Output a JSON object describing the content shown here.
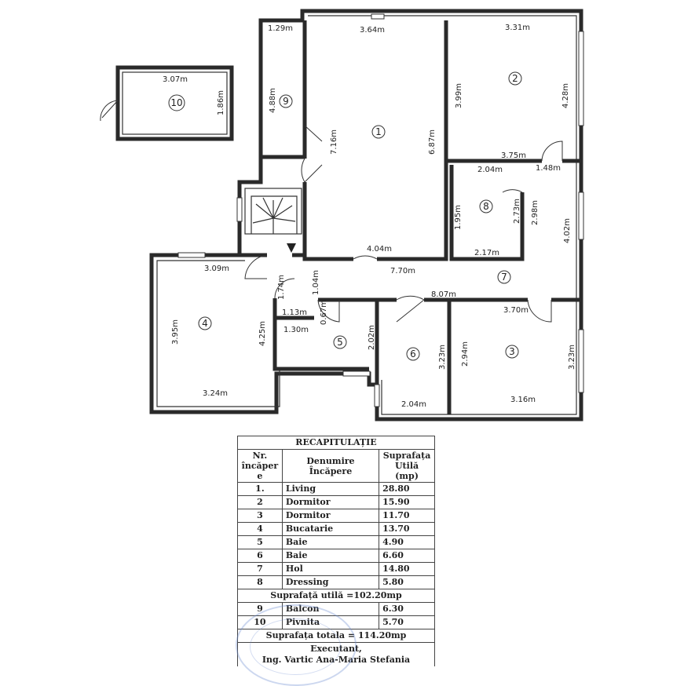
{
  "plan": {
    "dims": {
      "d129": "1.29m",
      "d364": "3.64m",
      "d331": "3.31m",
      "d307": "3.07m",
      "d186": "1.86m",
      "d488": "4.88m",
      "d716": "7.16m",
      "d399": "3.99m",
      "d428": "4.28m",
      "d687": "6.87m",
      "d375": "3.75m",
      "d204a": "2.04m",
      "d148": "1.48m",
      "d195": "1.95m",
      "d273": "2.73m",
      "d298": "2.98m",
      "d402": "4.02m",
      "d217": "2.17m",
      "d404": "4.04m",
      "d309": "3.09m",
      "d770": "7.70m",
      "d174": "1.74m",
      "d104": "1.04m",
      "d807": "8.07m",
      "d113": "1.13m",
      "d067": "0.67m",
      "d370": "3.70m",
      "d130": "1.30m",
      "d395": "3.95m",
      "d425": "4.25m",
      "d202": "2.02m",
      "d323a": "3.23m",
      "d294": "2.94m",
      "d323b": "3.23m",
      "d324": "3.24m",
      "d204b": "2.04m",
      "d316": "3.16m"
    },
    "rooms": {
      "r1": "1",
      "r2": "2",
      "r3": "3",
      "r4": "4",
      "r5": "5",
      "r6": "6",
      "r7": "7",
      "r8": "8",
      "r9": "9",
      "r10": "10"
    }
  },
  "recap": {
    "title": "RECAPITULAȚIE",
    "col1": "Nr. încăper e",
    "col2": "Denumire Încăpere",
    "col3": "Suprafața Utilă (mp)",
    "rows": [
      {
        "nr": "1.",
        "name": "Living",
        "area": "28.80"
      },
      {
        "nr": "2",
        "name": "Dormitor",
        "area": "15.90"
      },
      {
        "nr": "3",
        "name": "Dormitor",
        "area": "11.70"
      },
      {
        "nr": "4",
        "name": "Bucatarie",
        "area": "13.70"
      },
      {
        "nr": "5",
        "name": "Baie",
        "area": "4.90"
      },
      {
        "nr": "6",
        "name": "Baie",
        "area": "6.60"
      },
      {
        "nr": "7",
        "name": "Hol",
        "area": "14.80"
      },
      {
        "nr": "8",
        "name": "Dressing",
        "area": "5.80"
      }
    ],
    "util": "Suprafață utilă =102.20mp",
    "extra": [
      {
        "nr": "9",
        "name": "Balcon",
        "area": "6.30"
      },
      {
        "nr": "10",
        "name": "Pivnita",
        "area": "5.70"
      }
    ],
    "total": "Suprafața totala = 114.20mp",
    "exec1": "Executant,",
    "exec2": "Ing. Vartic Ana-Maria Stefania"
  }
}
